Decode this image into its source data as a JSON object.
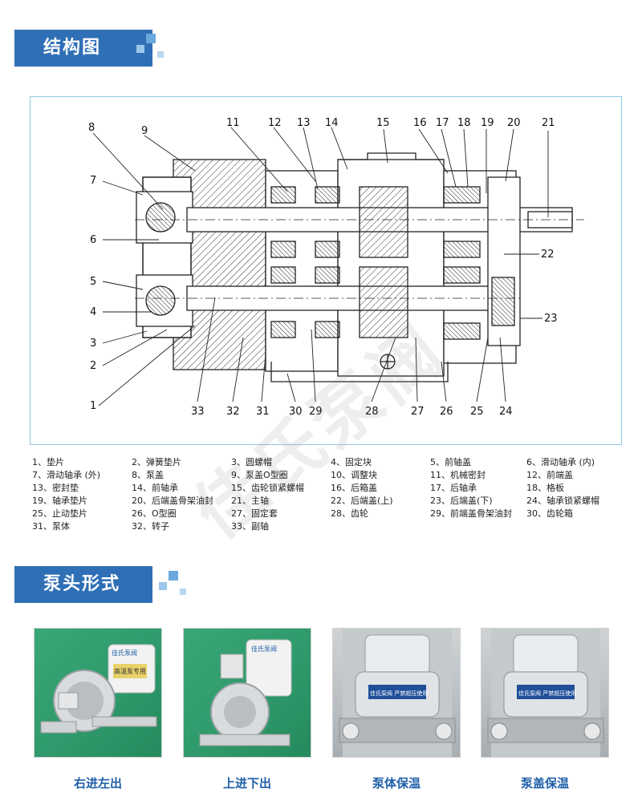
{
  "sections": {
    "structure_title": "结构图",
    "pump_head_title": "泵头形式"
  },
  "callouts": {
    "top": [
      "8",
      "9",
      "11",
      "12",
      "13",
      "14",
      "15",
      "16",
      "17",
      "18",
      "19",
      "20",
      "21"
    ],
    "left": [
      "7",
      "6",
      "5",
      "4",
      "3",
      "2",
      "1"
    ],
    "right": [
      "22",
      "23"
    ],
    "bottom": [
      "33",
      "32",
      "31",
      "30",
      "29",
      "28",
      "27",
      "26",
      "25",
      "24"
    ]
  },
  "legend": [
    "1、垫片",
    "2、弹簧垫片",
    "3、圆螺帽",
    "4、固定块",
    "5、前轴盖",
    "6、滑动轴承 (内)",
    "7、滑动轴承 (外)",
    "8、泵盖",
    "9、泵盖O型圈",
    "10、调整块",
    "11、机械密封",
    "12、前端盖",
    "13、密封垫",
    "14、前轴承",
    "15、齿轮锁紧螺帽",
    "16、后箱盖",
    "17、后轴承",
    "18、格板",
    "19、轴承垫片",
    "20、后端盖骨架油封",
    "21、主轴",
    "22、后端盖(上)",
    "23、后端盖(下)",
    "24、轴承锁紧螺帽",
    "25、止动垫片",
    "26、O型圈",
    "27、固定套",
    "28、齿轮",
    "29、前端盖骨架油封",
    "30、齿轮箱",
    "31、泵体",
    "32、转子",
    "33、副轴"
  ],
  "watermark": "佳氏泵阀",
  "photos": [
    {
      "caption": "右进左出",
      "label": "佳氏泵阀",
      "tag": "高温泵专用"
    },
    {
      "caption": "上进下出",
      "label": "佳氏泵阀"
    },
    {
      "caption": "泵体保温",
      "label": "佳氏泵阀  严禁超压使用"
    },
    {
      "caption": "泵盖保温",
      "label": "佳氏泵阀  严禁超压使用"
    }
  ],
  "colors": {
    "header_blue": "#2f6fb6",
    "frame_border": "#8fc9e6",
    "caption_blue": "#1f5fa8"
  }
}
